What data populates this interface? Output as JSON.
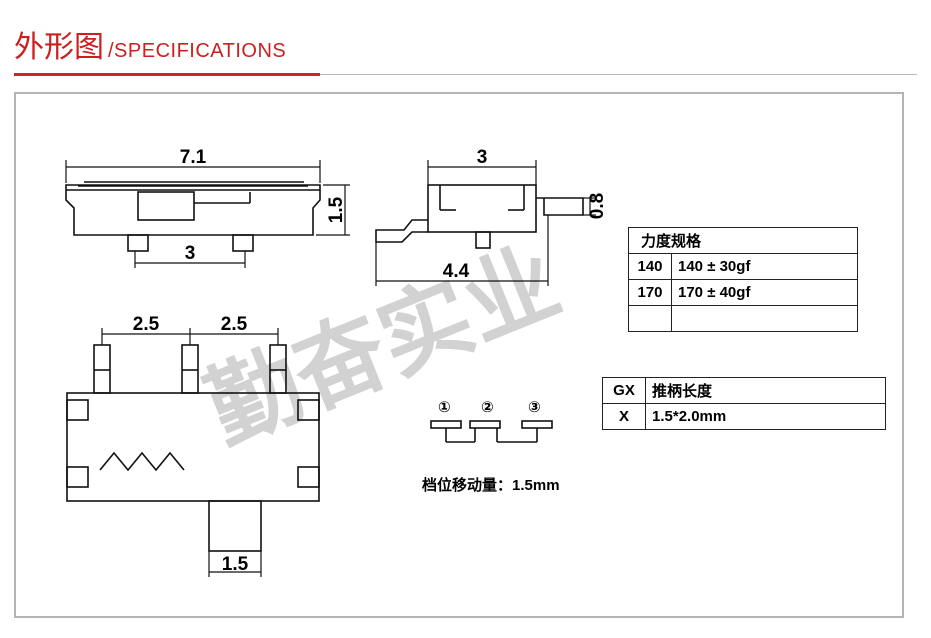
{
  "header": {
    "title_cn": "外形图",
    "title_en": "/SPECIFICATIONS",
    "accent_color": "#cc1f1f"
  },
  "watermark": {
    "text": "勤奋实业",
    "color": "#cfcfcf"
  },
  "dimensions": {
    "top_view_length": "7.1",
    "top_view_height": "1.5",
    "top_view_pin_spacing": "3",
    "side_view_width": "3",
    "side_view_actuator": "0.8",
    "side_view_length": "4.4",
    "bottom_pitch_left": "2.5",
    "bottom_pitch_right": "2.5",
    "bottom_handle_width": "1.5"
  },
  "force_table": {
    "header": "力度规格",
    "rows": [
      {
        "code": "140",
        "value": "140 ± 30gf"
      },
      {
        "code": "170",
        "value": "170 ± 40gf"
      },
      {
        "code": "",
        "value": ""
      }
    ]
  },
  "handle_table": {
    "header_code": "GX",
    "header_label": "推柄长度",
    "rows": [
      {
        "code": "X",
        "value": "1.5*2.0mm"
      }
    ]
  },
  "schematic": {
    "pins": [
      "①",
      "②",
      "③"
    ]
  },
  "travel": {
    "text": "档位移动量：1.5mm"
  }
}
